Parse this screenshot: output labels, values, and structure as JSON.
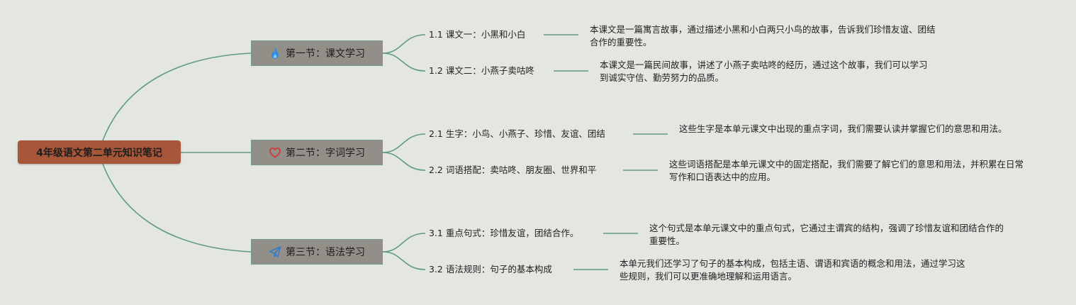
{
  "root": {
    "title": "4年级语文第二单元知识笔记"
  },
  "sections": [
    {
      "title": "第一节：课文学习",
      "icon": "fire-icon",
      "topics": [
        {
          "label": "1.1 课文一：小黑和小白",
          "desc": "本课文是一篇寓言故事，通过描述小黑和小白两只小鸟的故事，告诉我们珍惜友谊、团结合作的重要性。"
        },
        {
          "label": "1.2 课文二：小燕子卖咕咚",
          "desc": "本课文是一篇民间故事，讲述了小燕子卖咕咚的经历，通过这个故事，我们可以学习到诚实守信、勤劳努力的品质。"
        }
      ]
    },
    {
      "title": "第二节：字词学习",
      "icon": "heart-icon",
      "topics": [
        {
          "label": "2.1 生字：小鸟、小燕子、珍惜、友谊、团结",
          "desc": "这些生字是本单元课文中出现的重点字词，我们需要认读并掌握它们的意思和用法。"
        },
        {
          "label": "2.2 词语搭配：卖咕咚、朋友圈、世界和平",
          "desc": "这些词语搭配是本单元课文中的固定搭配，我们需要了解它们的意思和用法，并积累在日常写作和口语表达中的应用。"
        }
      ]
    },
    {
      "title": "第三节：语法学习",
      "icon": "paper-plane-icon",
      "topics": [
        {
          "label": "3.1 重点句式：珍惜友谊，团结合作。",
          "desc": "这个句式是本单元课文中的重点句式，它通过主谓宾的结构，强调了珍惜友谊和团结合作的重要性。"
        },
        {
          "label": "3.2 语法规则：句子的基本构成",
          "desc": "本单元我们还学习了句子的基本构成，包括主语、谓语和宾语的概念和用法，通过学习这些规则，我们可以更准确地理解和运用语言。"
        }
      ]
    }
  ],
  "colors": {
    "line": "#5f9a86",
    "root_bg": "#a75639",
    "section_bg": "#918f87",
    "background": "#e4e6e1"
  }
}
